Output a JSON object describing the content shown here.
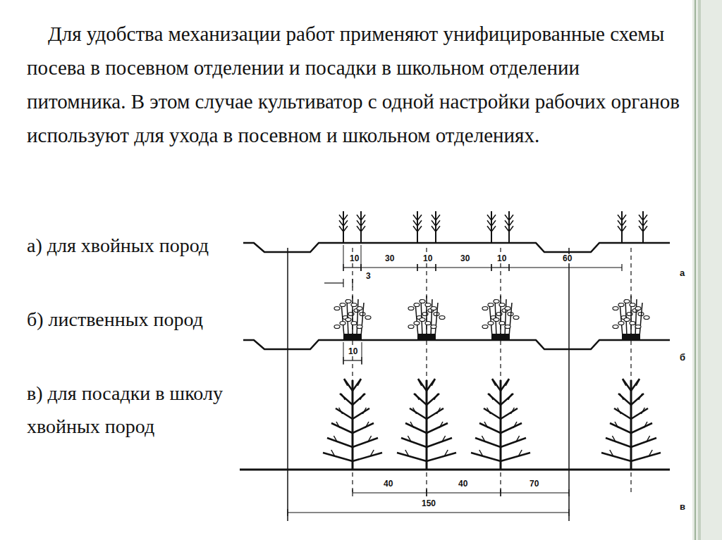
{
  "diagram": {
    "labels": [
      "Для удобства механизации работ применяют унифицированные схемы посева в посевном отделении и посадки в школьном отделении питомника. В этом случае культиватор с одной настройки рабочих органов используют для ухода в посевном и школьном отделениях.",
      "а) для хвойных пород",
      "б) лиственных пород",
      "в) для посадки в школу хвойных пород",
      "10",
      "30",
      "10",
      "30",
      "10",
      "60",
      "3",
      "10",
      "40",
      "40",
      "70",
      "150",
      "а",
      "б",
      "в"
    ]
  }
}
